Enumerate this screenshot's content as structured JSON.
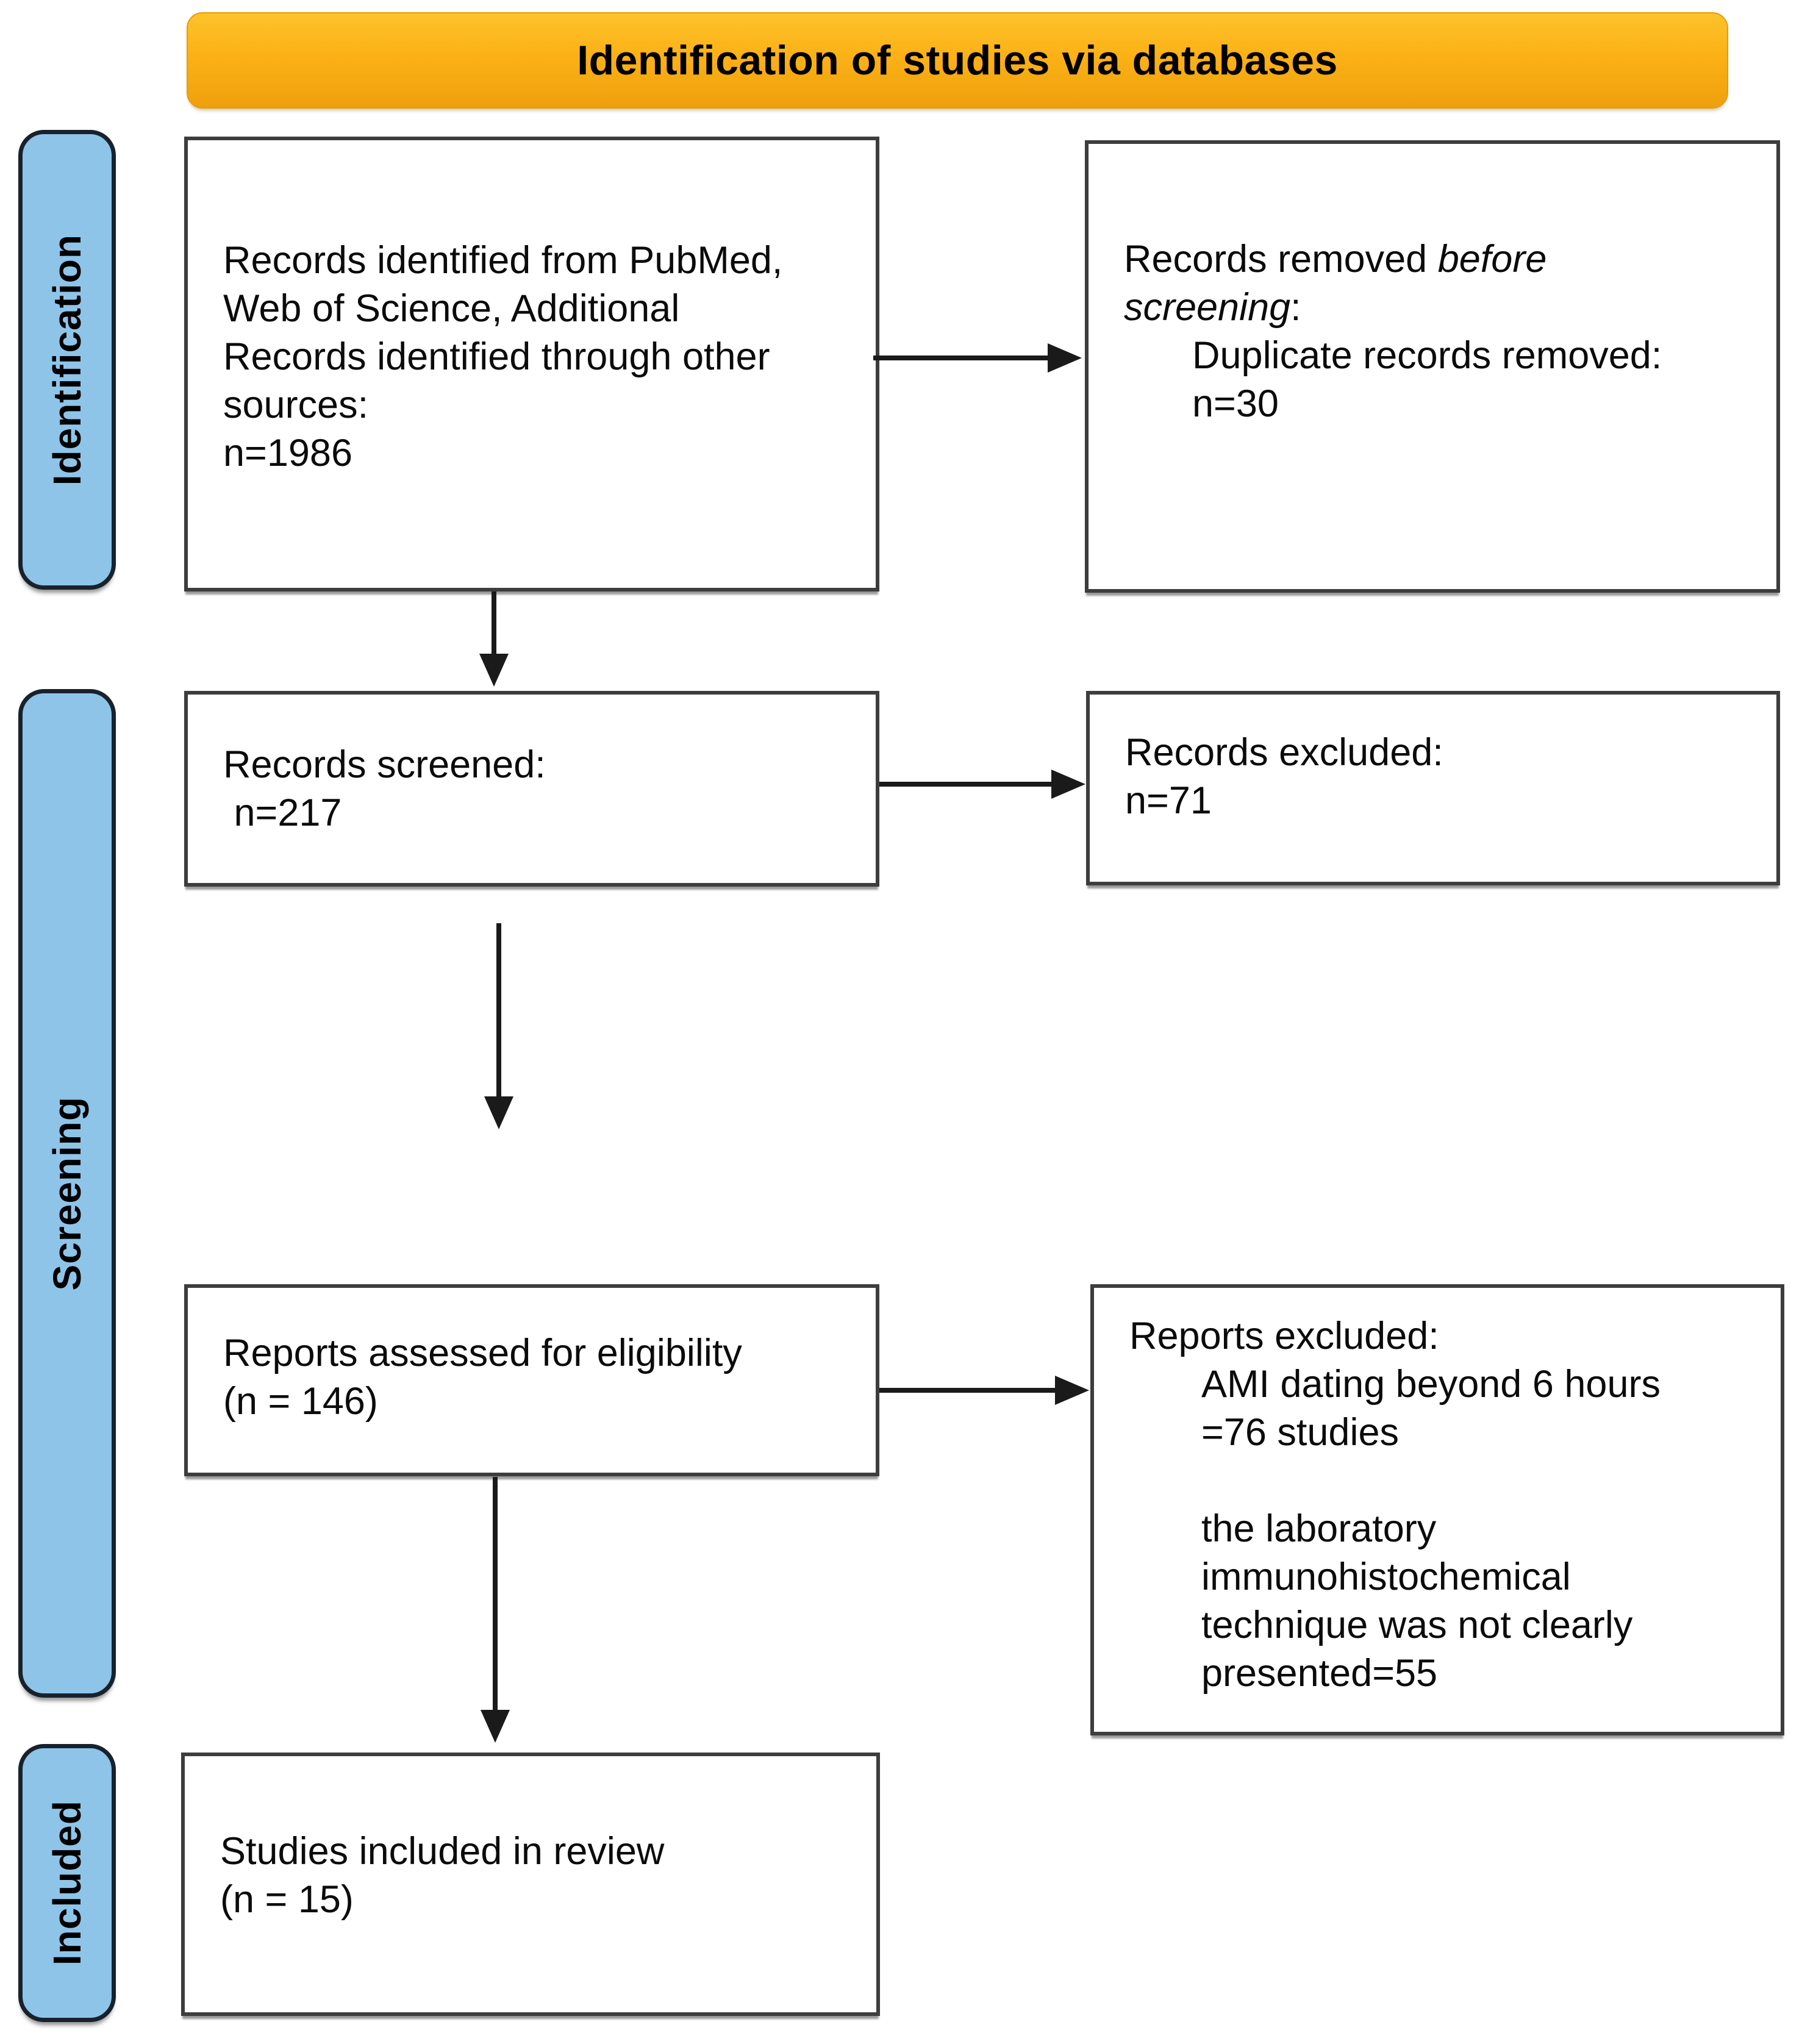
{
  "diagram": {
    "title": "Identification of studies via databases",
    "stages": [
      {
        "label": "Identification"
      },
      {
        "label": "Screening"
      },
      {
        "label": "Included"
      }
    ],
    "boxes": {
      "identified": {
        "text": "Records identified from PubMed,\nWeb of Science, Additional\nRecords identified through other\nsources:\nn=1986"
      },
      "removed": {
        "line1_normal": "Records removed ",
        "line1_italic": "before",
        "line2_italic": "screening",
        "line2_normal": ":",
        "detail": "Duplicate records removed:\nn=30"
      },
      "screened": {
        "text": "Records screened:\n n=217"
      },
      "excluded": {
        "text": "Records excluded:\nn=71"
      },
      "assessed": {
        "text": "Reports assessed for eligibility\n(n = 146)"
      },
      "reports_excluded": {
        "heading": "Reports excluded:",
        "detail": "AMI dating beyond 6 hours\n=76 studies\n\nthe laboratory\nimmunohistochemical\ntechnique was not clearly\npresented=55"
      },
      "included_studies": {
        "text": "Studies included in review\n(n = 15)"
      }
    },
    "colors": {
      "banner_bg": "#FBB116",
      "stage_bg": "#8FC4E9",
      "stage_border": "#18222C",
      "box_border": "#3D3D3D",
      "arrow": "#1A1A1A"
    }
  }
}
